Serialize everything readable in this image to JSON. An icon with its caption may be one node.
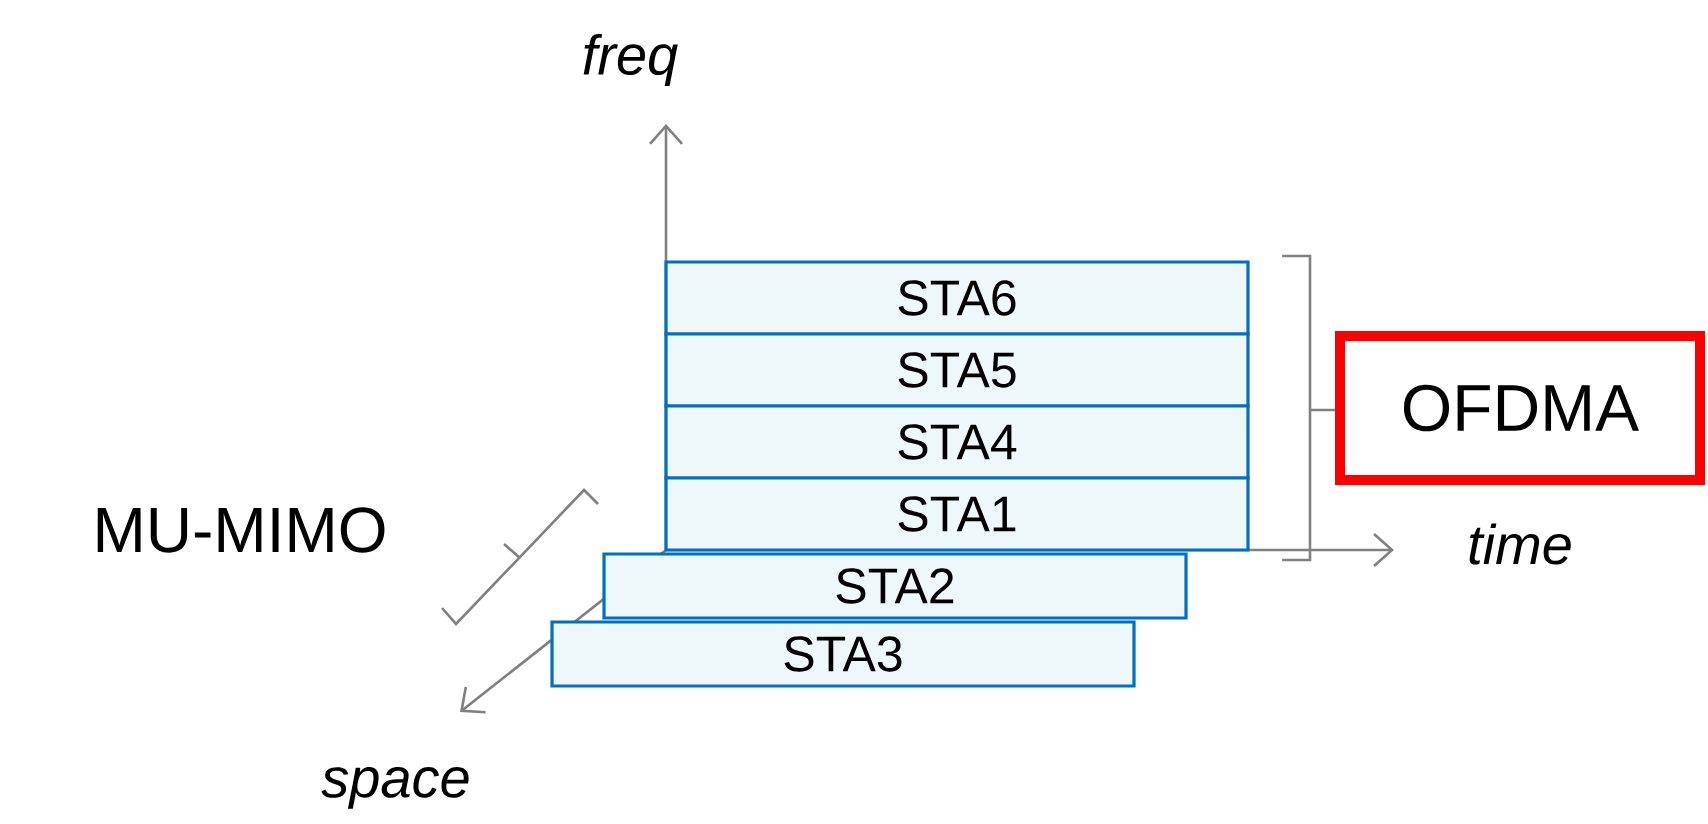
{
  "diagram": {
    "nodes": [
      {
        "text": [
          "STA6"
        ]
      },
      {
        "text": [
          "STA5"
        ]
      },
      {
        "text": [
          "STA4"
        ]
      },
      {
        "text": [
          "STA1"
        ]
      },
      {
        "text": [
          "STA2"
        ]
      },
      {
        "text": [
          "STA3"
        ]
      },
      {
        "text": [
          "OFDMA"
        ]
      }
    ],
    "labels": [
      "freq",
      "time",
      "space",
      "MU-MIMO"
    ]
  }
}
